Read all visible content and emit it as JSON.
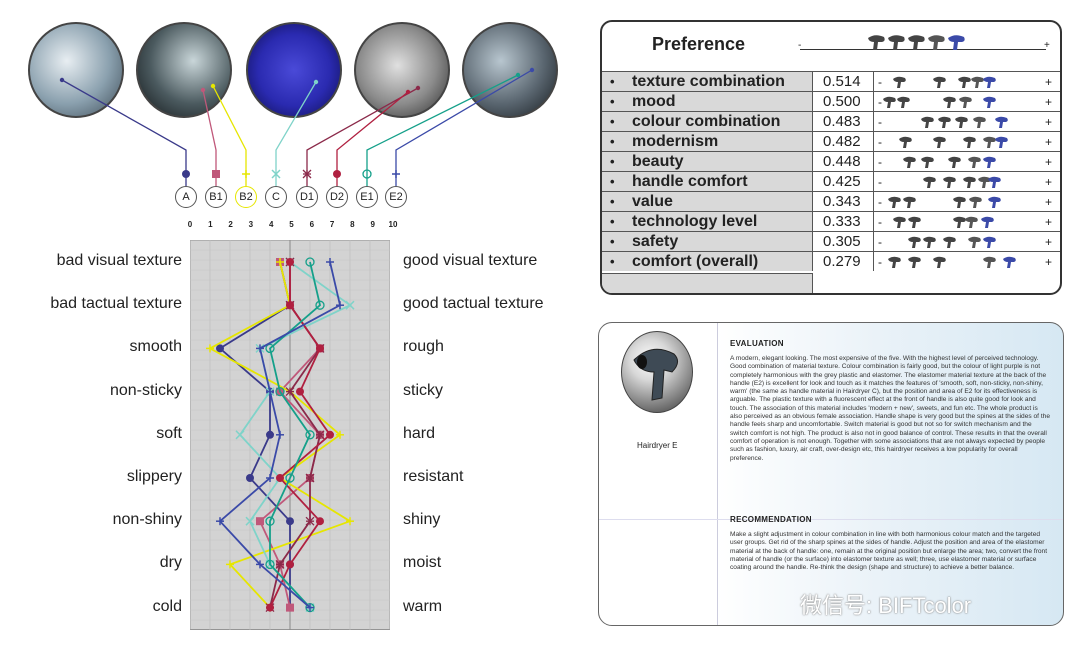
{
  "photos": [
    {
      "id": "A",
      "color": "#3a3a8a"
    },
    {
      "id": "B1",
      "color": "#c0587a"
    },
    {
      "id": "B2",
      "color": "#e6e600"
    },
    {
      "id": "C",
      "color": "#7fd3c9"
    },
    {
      "id": "D1",
      "color": "#8b2a4a"
    },
    {
      "id": "D2",
      "color": "#b02040"
    },
    {
      "id": "E1",
      "color": "#15a08a"
    },
    {
      "id": "E2",
      "color": "#3b4aa8"
    }
  ],
  "labels": [
    "A",
    "B1",
    "B2",
    "C",
    "D1",
    "D2",
    "E1",
    "E2"
  ],
  "scale_ticks": [
    "0",
    "1",
    "2",
    "3",
    "4",
    "5",
    "6",
    "7",
    "8",
    "9",
    "10"
  ],
  "chart_data": {
    "type": "line",
    "xlim": [
      0,
      10
    ],
    "categories_left": [
      "bad visual texture",
      "bad tactual texture",
      "smooth",
      "non-sticky",
      "soft",
      "slippery",
      "non-shiny",
      "dry",
      "cold"
    ],
    "categories_right": [
      "good visual texture",
      "good tactual texture",
      "rough",
      "sticky",
      "hard",
      "resistant",
      "shiny",
      "moist",
      "warm"
    ],
    "series": [
      {
        "name": "A",
        "color": "#3a3a8a",
        "values": [
          4.5,
          5.0,
          1.5,
          4.0,
          4.0,
          3.0,
          5.0,
          5.0,
          5.0
        ]
      },
      {
        "name": "B1",
        "color": "#c0587a",
        "values": [
          4.5,
          5.0,
          6.5,
          4.5,
          6.5,
          6.0,
          3.5,
          4.5,
          5.0
        ]
      },
      {
        "name": "B2",
        "color": "#e6e600",
        "values": [
          4.5,
          5.0,
          1.0,
          5.0,
          7.5,
          4.5,
          8.0,
          2.0,
          4.0
        ]
      },
      {
        "name": "C",
        "color": "#7fd3c9",
        "values": [
          5.0,
          8.0,
          3.5,
          4.0,
          2.5,
          4.5,
          3.0,
          4.0,
          6.0
        ]
      },
      {
        "name": "D1",
        "color": "#8b2a4a",
        "values": [
          5.0,
          5.0,
          6.5,
          5.0,
          6.5,
          6.0,
          6.0,
          4.5,
          4.0
        ]
      },
      {
        "name": "D2",
        "color": "#b02040",
        "values": [
          5.0,
          5.0,
          6.5,
          5.5,
          7.0,
          4.5,
          6.5,
          5.0,
          4.0
        ]
      },
      {
        "name": "E1",
        "color": "#15a08a",
        "values": [
          6.0,
          6.5,
          4.0,
          4.5,
          6.0,
          5.0,
          4.0,
          4.0,
          6.0
        ]
      },
      {
        "name": "E2",
        "color": "#3b4aa8",
        "values": [
          7.0,
          7.5,
          3.5,
          4.0,
          4.5,
          4.0,
          1.5,
          3.5,
          6.0
        ]
      }
    ]
  },
  "preference": {
    "title": "Preference",
    "minus": "-",
    "plus": "+",
    "rows": [
      {
        "label": "texture combination",
        "value": "0.514"
      },
      {
        "label": "mood",
        "value": "0.500"
      },
      {
        "label": "colour combination",
        "value": "0.483"
      },
      {
        "label": "modernism",
        "value": "0.482"
      },
      {
        "label": "beauty",
        "value": "0.448"
      },
      {
        "label": "handle comfort",
        "value": "0.425"
      },
      {
        "label": "value",
        "value": "0.343"
      },
      {
        "label": "technology level",
        "value": "0.333"
      },
      {
        "label": "safety",
        "value": "0.305"
      },
      {
        "label": "comfort (overall)",
        "value": "0.279"
      }
    ]
  },
  "evaluation": {
    "product_label": "Hairdryer E",
    "eval_title": "EVALUATION",
    "eval_text": "A modern, elegant looking. The most expensive of the five. With the highest level of perceived technology. Good combination of material texture. Colour combination is fairly good, but the colour of light purple is not completely harmonious with the grey plastic and elastomer. The elastomer material texture at the back of the handle (E2) is excellent for look and touch as it matches the features of 'smooth, soft, non-sticky, non-shiny, warm' (the same as handle material in Hairdryer C), but the position and area of E2 for its effectiveness is arguable. The plastic texture with a fluorescent effect at the front of handle is also quite good for look and touch. The association of this material includes 'modern + new', sweets, and fun etc. The whole product is also perceived as an obvious female association. Handle shape is very good but the spines at the sides of the handle feels sharp and uncomfortable. Switch material is good but not so for switch mechanism and the switch comfort is not high. The product is also not in good balance of control. These results in that the overall comfort of operation is not enough. Together with some associations that are not always expected by people such as fashion, luxury, air craft, over-design etc, this hairdryer receives a low popularity for overall preference.",
    "rec_title": "RECOMMENDATION",
    "rec_text": "Make a slight adjustment in colour combination in line with both harmonious colour match and the targeted user groups. Get rid of the sharp spines at the sides of handle. Adjust the position and area of the elastomer material at the back of handle: one, remain at the original position but enlarge the area; two, convert the front material of handle (or the surface) into elastomer texture as well; three, use elastomer material or surface coating around the handle. Re-think the design (shape and structure) to achieve a better balance."
  },
  "watermark": "微信号: BIFTcolor"
}
